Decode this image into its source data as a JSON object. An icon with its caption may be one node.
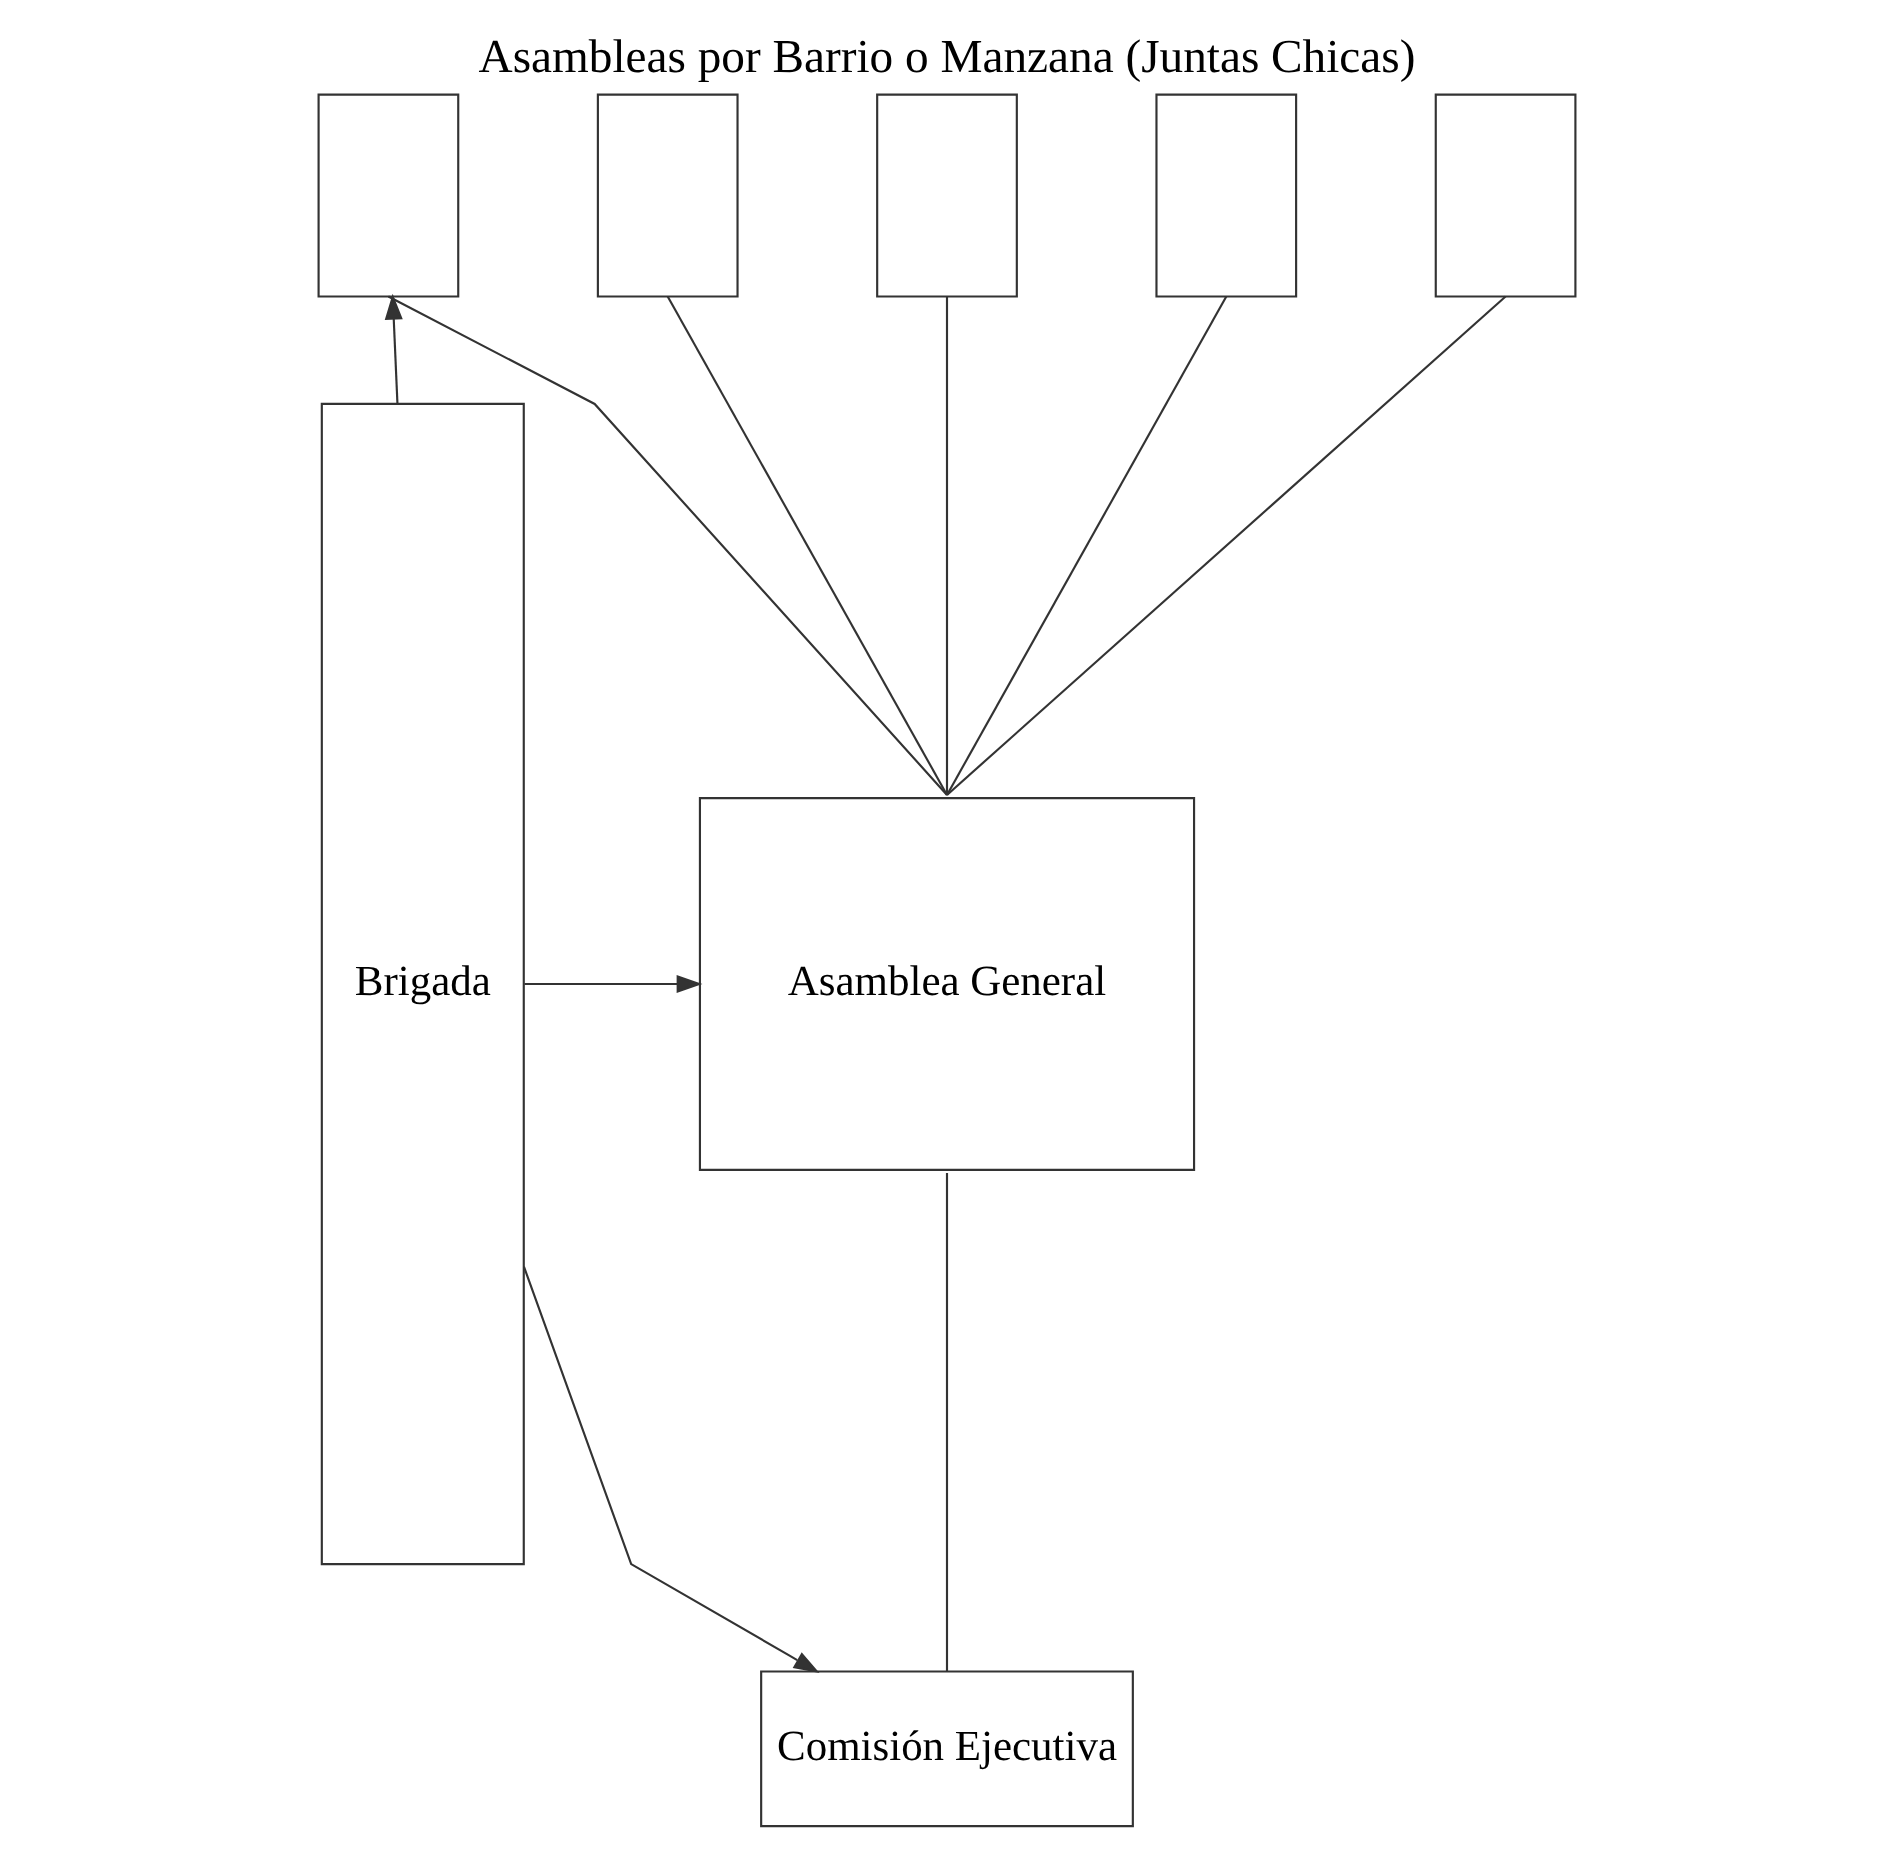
{
  "diagram": {
    "title": "Asambleas por Barrio o Manzana (Juntas Chicas)",
    "nodes": [
      {
        "text": [
          "Brigada"
        ]
      },
      {
        "text": [],
        "shape": "box"
      },
      {
        "text": [],
        "shape": "box"
      },
      {
        "text": [],
        "shape": "box"
      },
      {
        "text": [],
        "shape": "box"
      },
      {
        "text": [],
        "shape": "box"
      },
      {
        "text": [
          "Asamblea General"
        ]
      },
      {
        "text": [
          "Comisión Ejecutiva"
        ]
      }
    ],
    "edges": [
      {
        "from": 0,
        "to": 1,
        "arrow": "to"
      },
      {
        "from": 0,
        "to": 6,
        "arrow": "to"
      },
      {
        "from": 0,
        "to": 7,
        "arrow": "to"
      },
      {
        "from": 1,
        "to": 6,
        "arrow": "none"
      },
      {
        "from": 2,
        "to": 6,
        "arrow": "none"
      },
      {
        "from": 3,
        "to": 6,
        "arrow": "none"
      },
      {
        "from": 4,
        "to": 6,
        "arrow": "none"
      },
      {
        "from": 5,
        "to": 6,
        "arrow": "none"
      },
      {
        "from": 6,
        "to": 7,
        "arrow": "none"
      }
    ]
  }
}
